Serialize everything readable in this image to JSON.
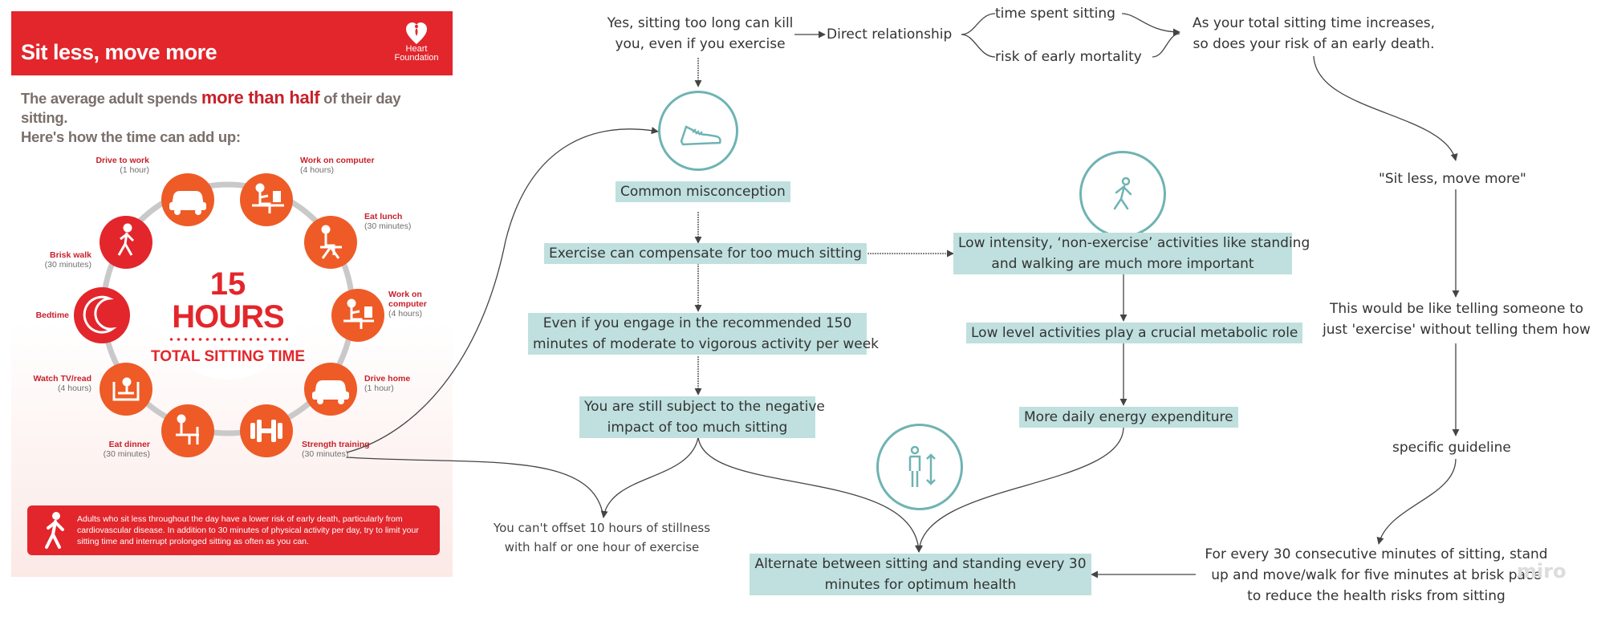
{
  "infographic": {
    "title": "Sit less, move more",
    "logo_line1": "Heart",
    "logo_line2": "Foundation",
    "intro_pre": "The average adult spends ",
    "intro_highlight": "more than half",
    "intro_post": " of their day sitting.",
    "intro_line2": "Here's how the time can add up:",
    "center_number": "15",
    "center_unit": "HOURS",
    "center_sub": "TOTAL SITTING TIME",
    "activities": [
      {
        "label": "Drive to work",
        "duration": "(1 hour)",
        "icon": "car-icon"
      },
      {
        "label": "Work on computer",
        "duration": "(4 hours)",
        "icon": "desk-computer-icon"
      },
      {
        "label": "Eat lunch",
        "duration": "(30 minutes)",
        "icon": "eating-icon"
      },
      {
        "label": "Work on computer",
        "duration": "(4 hours)",
        "icon": "desk-computer-icon"
      },
      {
        "label": "Drive home",
        "duration": "(1 hour)",
        "icon": "car-icon"
      },
      {
        "label": "Strength training",
        "duration": "(30 minutes)",
        "icon": "dumbbell-icon"
      },
      {
        "label": "Eat dinner",
        "duration": "(30 minutes)",
        "icon": "eating-icon"
      },
      {
        "label": "Watch TV/read",
        "duration": "(4 hours)",
        "icon": "armchair-icon"
      },
      {
        "label": "Bedtime",
        "duration": "",
        "icon": "moon-icon"
      },
      {
        "label": "Brisk walk",
        "duration": "(30 minutes)",
        "icon": "walking-icon"
      }
    ],
    "banner_text": "Adults who sit less throughout the day have a lower risk of early death, particularly from cardiovascular disease. In addition to 30 minutes of physical activity per day, try to limit your sitting time and interrupt prolonged sitting as often as you can.",
    "colors": {
      "red": "#e2262c",
      "orange": "#ee5b27",
      "ring": "#c9c9c9"
    }
  },
  "mindmap": {
    "n_sitting_kill_1": "Yes, sitting too long can kill",
    "n_sitting_kill_2": "you, even if you exercise",
    "n_direct": "Direct relationship",
    "n_time_spent": "time spent sitting",
    "n_risk_mortality": "risk of early mortality",
    "n_total_1": "As your total sitting time increases,",
    "n_total_2": "so does your risk of an early death.",
    "n_misconception": "Common misconception",
    "n_compensate": "Exercise can compensate for too much sitting",
    "n_recommended_1": "Even if you engage in the recommended 150",
    "n_recommended_2": "minutes of moderate to vigorous activity per week",
    "n_still_1": "You are still subject to the negative",
    "n_still_2": "impact of too much sitting",
    "n_offset_1": "You can't offset 10 hours of stillness",
    "n_offset_2": "with half or one hour of exercise",
    "n_low_intensity_1": "Low intensity, ‘non-exercise’ activities like standing",
    "n_low_intensity_2": "and walking are much more important",
    "n_low_level": "Low level activities play a crucial metabolic role",
    "n_energy": "More daily energy expenditure",
    "n_alternate_1": "Alternate between sitting and standing every 30",
    "n_alternate_2": "minutes for optimum health",
    "n_slogan": "\"Sit less, move more\"",
    "n_telling_1": "This would be like telling someone to",
    "n_telling_2": "just 'exercise' without telling them how",
    "n_guideline": "specific guideline",
    "n_every30_1": "For every 30 consecutive minutes of sitting, stand",
    "n_every30_2": "up and move/walk for five minutes at brisk pace",
    "n_every30_3": "to reduce the health risks from sitting",
    "colors": {
      "box": "#bfe0df",
      "icon_stroke": "#6fb3b3"
    }
  },
  "watermark": "miro"
}
